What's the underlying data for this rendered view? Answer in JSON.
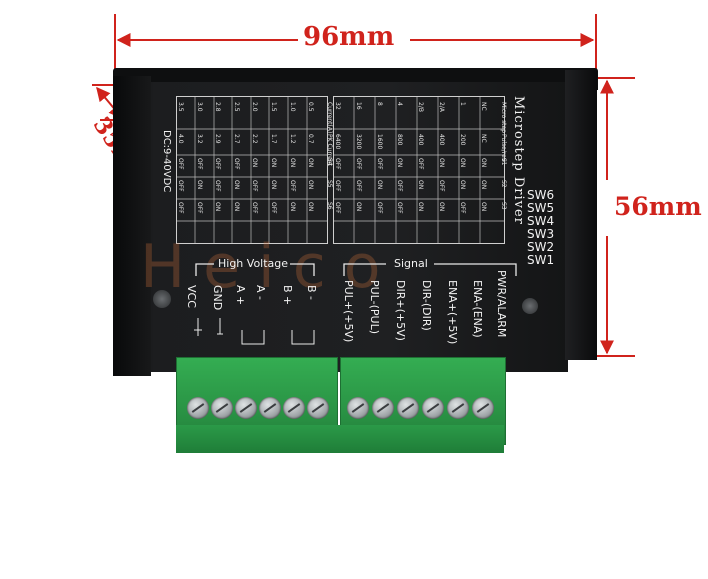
{
  "dimensions": {
    "width": "96mm",
    "height": "56mm",
    "depth": "35mm"
  },
  "product_title": "Microstep Driver",
  "power_rating": "DC:9-40VDC",
  "watermark": "Heico",
  "switch_labels": [
    "SW6",
    "SW5",
    "SW4",
    "SW3",
    "SW2",
    "SW1"
  ],
  "current_table": {
    "headers": [
      "Current(A)",
      "PK Current",
      "S4",
      "S5",
      "S6"
    ],
    "rows": [
      [
        "0.5",
        "0.7",
        "ON",
        "ON",
        "ON"
      ],
      [
        "1.0",
        "1.2",
        "ON",
        "OFF",
        "ON"
      ],
      [
        "1.5",
        "1.7",
        "ON",
        "ON",
        "OFF"
      ],
      [
        "2.0",
        "2.2",
        "ON",
        "OFF",
        "OFF"
      ],
      [
        "2.5",
        "2.7",
        "OFF",
        "ON",
        "ON"
      ],
      [
        "2.8",
        "2.9",
        "OFF",
        "OFF",
        "ON"
      ],
      [
        "3.0",
        "3.2",
        "OFF",
        "ON",
        "OFF"
      ],
      [
        "3.5",
        "4.0",
        "OFF",
        "OFF",
        "OFF"
      ]
    ]
  },
  "microstep_table": {
    "headers": [
      "Micro step",
      "Pulse/rev",
      "S1",
      "S2",
      "S3"
    ],
    "rows": [
      [
        "NC",
        "NC",
        "ON",
        "ON",
        "ON"
      ],
      [
        "1",
        "200",
        "ON",
        "ON",
        "OFF"
      ],
      [
        "2/A",
        "400",
        "ON",
        "OFF",
        "ON"
      ],
      [
        "2/B",
        "400",
        "OFF",
        "ON",
        "ON"
      ],
      [
        "4",
        "800",
        "ON",
        "OFF",
        "OFF"
      ],
      [
        "8",
        "1600",
        "OFF",
        "ON",
        "OFF"
      ],
      [
        "16",
        "3200",
        "OFF",
        "OFF",
        "ON"
      ],
      [
        "32",
        "6400",
        "OFF",
        "OFF",
        "OFF"
      ]
    ]
  },
  "high_voltage": {
    "title": "High Voltage",
    "pins": [
      "VCC",
      "GND",
      "A +",
      "A -",
      "B +",
      "B -"
    ]
  },
  "signal": {
    "title": "Signal",
    "pins": [
      "PUL+(+5V)",
      "PUL-(PUL)",
      "DIR+(+5V)",
      "DIR-(DIR)",
      "ENA+(+5V)",
      "ENA-(ENA)"
    ],
    "status_led": "PWR/ALARM"
  },
  "colors": {
    "body": "#1a1b1d",
    "terminal": "#2fa64a",
    "dimension": "#d0231c"
  }
}
